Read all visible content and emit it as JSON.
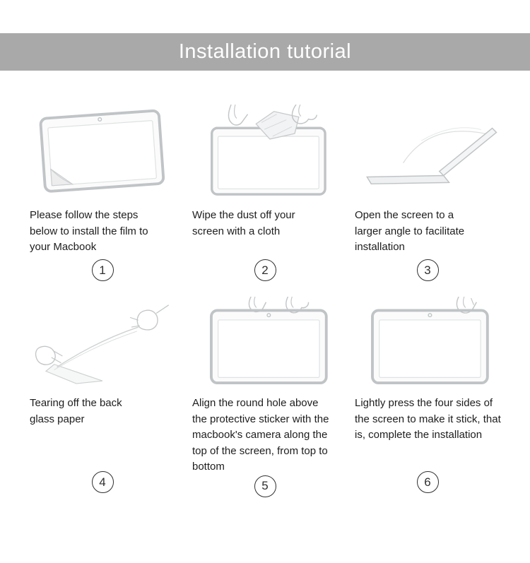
{
  "header": {
    "title": "Installation tutorial"
  },
  "colors": {
    "header_bg": "#a9a9a9",
    "title_text": "#ffffff",
    "body_text": "#1d1d1d",
    "line_art": "#c3c6c8",
    "badge_border": "#2f2f2f",
    "page_bg": "#ffffff"
  },
  "steps": [
    {
      "number": "1",
      "caption": "Please follow the steps below to install the film to your Macbook",
      "illustration": "macbook-screen-peeling-film"
    },
    {
      "number": "2",
      "caption": "Wipe the dust off your screen with a cloth",
      "illustration": "hands-wiping-screen-with-cloth"
    },
    {
      "number": "3",
      "caption": "Open the screen to a larger angle to facilitate installation",
      "illustration": "laptop-opened-wide-angle"
    },
    {
      "number": "4",
      "caption": "Tearing off the back glass paper",
      "illustration": "hands-tearing-back-paper"
    },
    {
      "number": "5",
      "caption": "Align the round hole above the protective sticker with the macbook's camera along the top of the screen, from top to bottom",
      "illustration": "hands-aligning-film-at-camera"
    },
    {
      "number": "6",
      "caption": "Lightly press the four sides of the screen to make it stick, that is, complete the installation",
      "illustration": "hand-pressing-screen-sides"
    }
  ]
}
